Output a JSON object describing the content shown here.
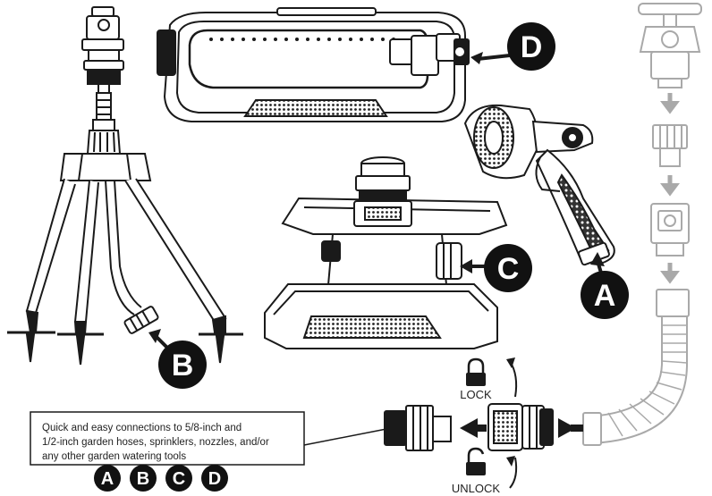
{
  "labels": {
    "a": "A",
    "b": "B",
    "c": "C",
    "d": "D",
    "lock": "LOCK",
    "unlock": "UNLOCK"
  },
  "callout": {
    "line1": "Quick and easy connections to 5/8-inch and",
    "line2": "1/2-inch garden hoses, sprinklers, nozzles, and/or",
    "line3": "any other garden watering tools"
  },
  "colors": {
    "ink": "#1a1a1a",
    "grey_part": "#a9a9a9",
    "badge": "#111111"
  }
}
